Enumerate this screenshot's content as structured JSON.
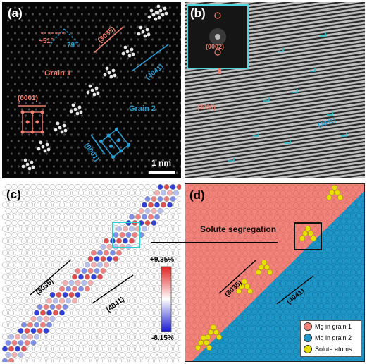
{
  "panels": {
    "a": {
      "label": "(a)",
      "angle_1": "~51°",
      "angle_2": "79°",
      "plane_left_top": "(3035)",
      "plane_right_top": "(4041)",
      "grain_1": "Grain 1",
      "grain_2": "Grain 2",
      "basal_1": "(0001)",
      "basal_2": "(0001)",
      "scale_bar": "1 nm"
    },
    "b": {
      "label": "(b)",
      "fft_spot": "(0002)",
      "plane_1": "(3035)",
      "plane_2": "(4041)"
    },
    "c": {
      "label": "(c)",
      "plane_1": "(3035)",
      "plane_2": "(4041)",
      "colorbar_max": "+9.35%",
      "colorbar_min": "-8.15%"
    },
    "d": {
      "label": "(d)",
      "plane_1": "(3035)",
      "plane_2": "(4041)",
      "segregation_label": "Solute segregation",
      "legend": [
        {
          "label": "Mg in grain 1",
          "color": "#f2837a"
        },
        {
          "label": "Mg in grain 2",
          "color": "#1e97c8"
        },
        {
          "label": "Solute atoms",
          "color": "#e8e000"
        }
      ]
    }
  },
  "colors": {
    "grain1_accent": "#f08070",
    "grain2_accent": "#2aa0d8",
    "fft_highlight": "#4fd8e0"
  }
}
